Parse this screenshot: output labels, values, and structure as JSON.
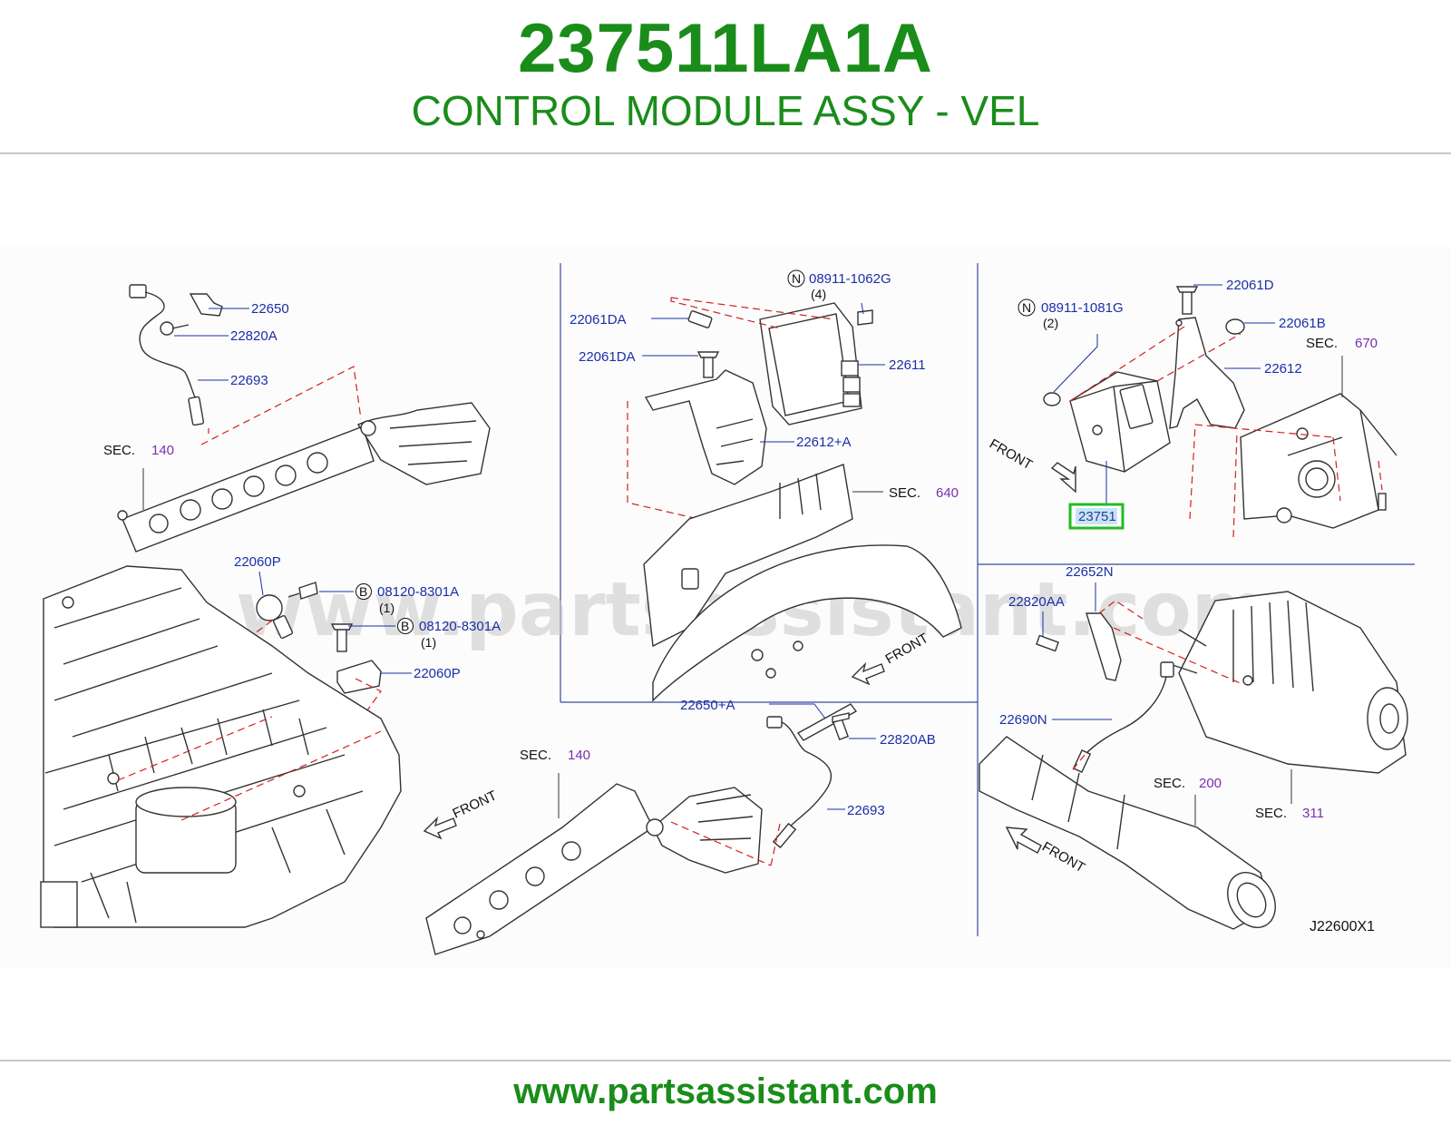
{
  "header": {
    "part_number": "237511LA1A",
    "part_title": "CONTROL MODULE ASSY - VEL"
  },
  "diagram": {
    "watermark": "www.partsassistant.com",
    "diagram_code": "J22600X1",
    "highlighted_part": "23751",
    "highlight_color": "#22bb22",
    "label_color": "#1a2fa8",
    "section_number_color": "#7a2fb0",
    "callout_color": "#d42020",
    "front_text": "FRONT",
    "sec_text": "SEC.",
    "callouts": {
      "c22650": "22650",
      "c22820A": "22820A",
      "c22693a": "22693",
      "c22060P_top": "22060P",
      "c08120a": "08120-8301A",
      "c08120a_qty": "(1)",
      "c08120b": "08120-8301A",
      "c08120b_qty": "(1)",
      "c22060P_bot": "22060P",
      "c22061DA_1": "22061DA",
      "c22061DA_2": "22061DA",
      "c08911_1062G": "08911-1062G",
      "c08911_1062G_qty": "(4)",
      "c22611": "22611",
      "c22612A": "22612+A",
      "c22650A": "22650+A",
      "c22820AB": "22820AB",
      "c22693b": "22693",
      "c08911_1081G": "08911-1081G",
      "c08911_1081G_qty": "(2)",
      "c22061D": "22061D",
      "c22061B": "22061B",
      "c22612": "22612",
      "c23751": "23751",
      "c22652N": "22652N",
      "c22820AA": "22820AA",
      "c22690N": "22690N"
    },
    "symbols": {
      "n": "N",
      "b": "B"
    },
    "sections": {
      "s140a": "140",
      "s640": "640",
      "s140b": "140",
      "s670": "670",
      "s200": "200",
      "s311": "311"
    }
  },
  "footer": {
    "url": "www.partsassistant.com"
  }
}
